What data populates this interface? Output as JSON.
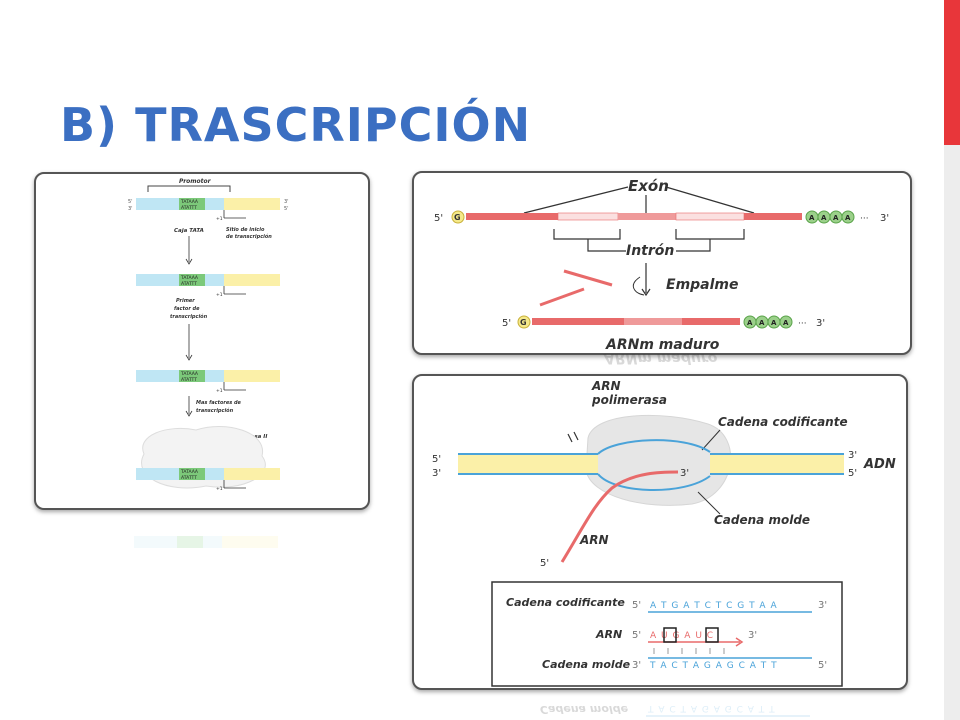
{
  "slide": {
    "title": "B) TRASCRIPCIÓN",
    "accent_color": "#e8363a",
    "title_color": "#3b6fc2"
  },
  "left_figure": {
    "promoter_label": "Promotor",
    "prime_5": "5'",
    "prime_3": "3'",
    "box_top": "TATAAA",
    "box_bottom": "ATATTT",
    "caja_tata": "Caja TATA",
    "sitio_inicio_1": "Sitio de inicio",
    "sitio_inicio_2": "de transcripción",
    "plus_one": "+1",
    "primer_factor_1": "Primer",
    "primer_factor_2": "factor de",
    "primer_factor_3": "transcripción",
    "mas_factores_1": "Mas factores de",
    "mas_factores_2": "transcripción",
    "arn_pol_ii": "ARN polimerasa II"
  },
  "splicing_figure": {
    "exon": "Exón",
    "intron": "Intrón",
    "empalme": "Empalme",
    "arnm_maduro": "ARNm maduro",
    "cap": "G",
    "poly_a": "A",
    "prime_5": "5'",
    "prime_3": "3'",
    "dots": "···"
  },
  "transcription_figure": {
    "arn_polimerasa_1": "ARN",
    "arn_polimerasa_2": "polimerasa",
    "cadena_codificante": "Cadena codificante",
    "cadena_molde": "Cadena molde",
    "adn": "ADN",
    "arn": "ARN",
    "prime_5": "5'",
    "prime_3": "3'"
  },
  "sequence_table": {
    "rows": [
      {
        "label": "Cadena codificante",
        "left": "5'",
        "seq": "A T G A T C T C G T A A",
        "right": "3'"
      },
      {
        "label": "ARN",
        "left": "5'",
        "seq": "A U G A U C",
        "right": "3'"
      },
      {
        "label": "Cadena molde",
        "left": "3'",
        "seq": "T A C T A G A G C A T T",
        "right": "5'"
      }
    ]
  }
}
